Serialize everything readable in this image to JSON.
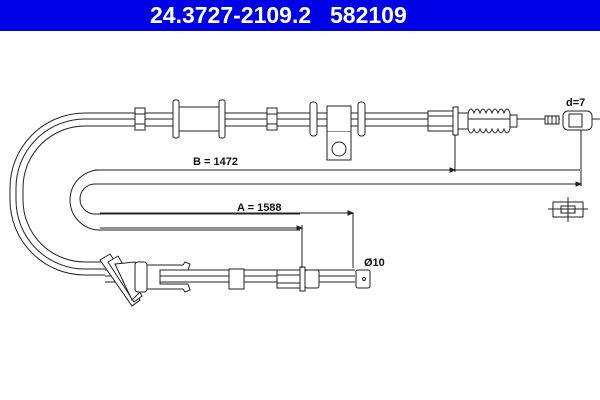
{
  "header": {
    "part_number": "24.3727-2109.2",
    "reference_number": "582109",
    "background_color": "#0000e6",
    "text_color": "#ffffff"
  },
  "diagram": {
    "type": "brake cable technical drawing",
    "dimensions": {
      "B": "B = 1472",
      "A": "A = 1588",
      "d": "d=7",
      "diameter": "Ø10"
    },
    "line_color": "#222222"
  }
}
